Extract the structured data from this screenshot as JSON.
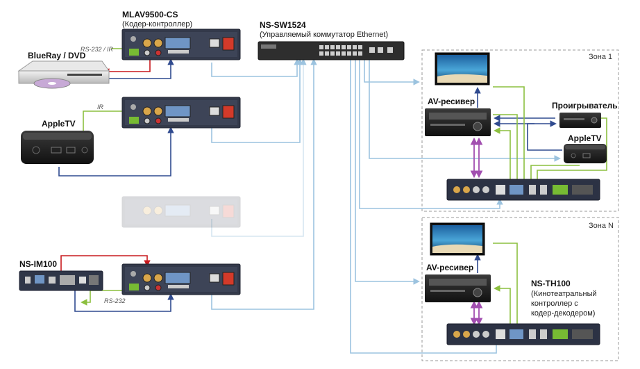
{
  "devices": {
    "encoder_title": "MLAV9500-CS",
    "encoder_subtitle": "(Кодер-контроллер)",
    "switch_title": "NS-SW1524",
    "switch_subtitle": "(Управляемый коммутатор Ethernet)",
    "bluray": "BlueRay / DVD",
    "appletv": "AppleTV",
    "im100": "NS-IM100",
    "av_receiver": "AV-ресивер",
    "player": "Проигрыватель",
    "appletv_zone": "AppleTV",
    "th100_title": "NS-TH100",
    "th100_line1": "(Кинотеатральный",
    "th100_line2": "контроллер с",
    "th100_line3": "кодер-декодером)"
  },
  "links": {
    "rs232_ir": "RS-232 / IR",
    "ir": "IR",
    "rs232": "RS-232"
  },
  "zones": {
    "zone1": "Зона 1",
    "zoneN": "Зона N"
  },
  "colors": {
    "ethernet": "#9cc3df",
    "video": "#2f4a8f",
    "control_green": "#8cbf3f",
    "control_red": "#c8191e",
    "audio_purple": "#a24fb0",
    "zone_border": "#9a9a9a"
  }
}
